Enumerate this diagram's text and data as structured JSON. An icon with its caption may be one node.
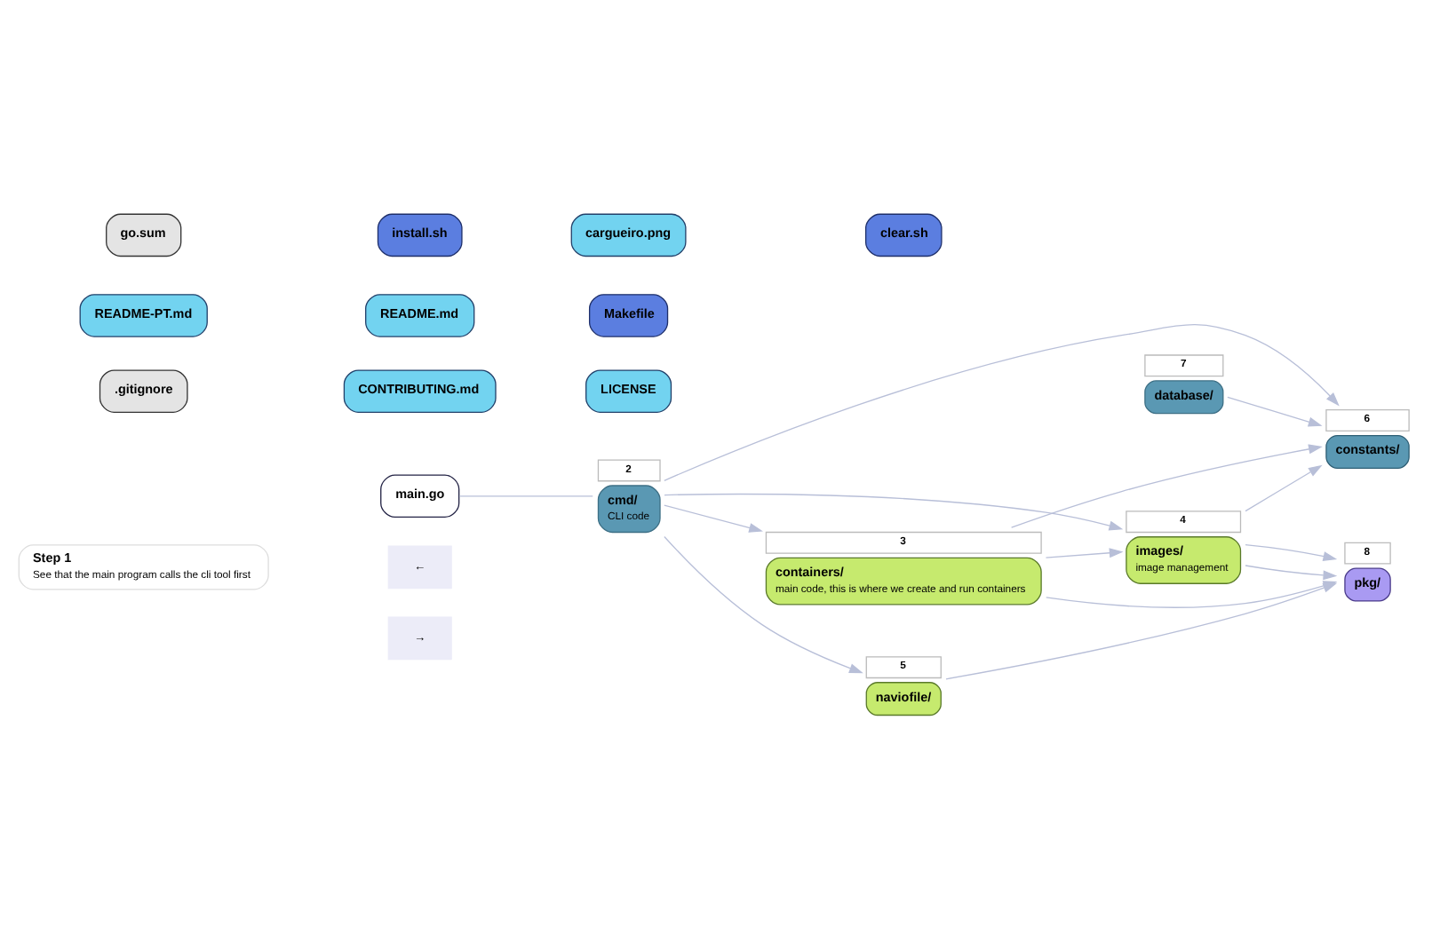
{
  "diagram": {
    "nodes": [
      {
        "text": [
          "Step 1",
          "See that the main program calls the cli tool first"
        ]
      },
      {
        "text": [
          "main.go"
        ]
      },
      {
        "text": [
          "cmd/",
          "CLI code"
        ],
        "beside": [
          "2"
        ]
      },
      {
        "text": [
          "containers/",
          "main code, this is where we create and run containers"
        ],
        "beside": [
          "3"
        ]
      },
      {
        "text": [
          "images/",
          "image management"
        ],
        "beside": [
          "4"
        ]
      },
      {
        "text": [
          "naviofile/"
        ],
        "beside": [
          "5"
        ]
      },
      {
        "text": [
          "constants/"
        ],
        "beside": [
          "6"
        ]
      },
      {
        "text": [
          "pkg/"
        ],
        "beside": [
          "8"
        ]
      },
      {
        "text": [
          "database/"
        ],
        "beside": [
          "7"
        ]
      },
      {
        "text": [
          ".gitignore"
        ]
      },
      {
        "text": [
          "CONTRIBUTING.md"
        ]
      },
      {
        "text": [
          "LICENSE"
        ]
      },
      {
        "text": [
          "README-PT.md"
        ]
      },
      {
        "text": [
          "README.md"
        ]
      },
      {
        "text": [
          "Makefile"
        ]
      },
      {
        "text": [
          "go.sum"
        ]
      },
      {
        "text": [
          "install.sh"
        ]
      },
      {
        "text": [
          "cargueiro.png"
        ]
      },
      {
        "text": [
          "clear.sh"
        ]
      }
    ],
    "edges": [
      {
        "from": 1,
        "to": 2,
        "arrow": "none"
      },
      {
        "from": 2,
        "to": 3,
        "arrow": "to"
      },
      {
        "from": 2,
        "to": 6,
        "arrow": "to"
      },
      {
        "from": 2,
        "to": 4,
        "arrow": "to"
      },
      {
        "from": 2,
        "to": 5,
        "arrow": "to"
      },
      {
        "from": 3,
        "to": 4,
        "arrow": "to"
      },
      {
        "from": 3,
        "to": 6,
        "arrow": "to"
      },
      {
        "from": 3,
        "to": 7,
        "arrow": "to"
      },
      {
        "from": 4,
        "to": 6,
        "arrow": "to"
      },
      {
        "from": 4,
        "to": 7,
        "arrow": "to"
      },
      {
        "from": 4,
        "to": 7,
        "arrow": "to"
      },
      {
        "from": 5,
        "to": 7,
        "arrow": "to"
      },
      {
        "from": 8,
        "to": 6,
        "arrow": "to"
      }
    ],
    "labels": [
      "←",
      "→"
    ]
  }
}
